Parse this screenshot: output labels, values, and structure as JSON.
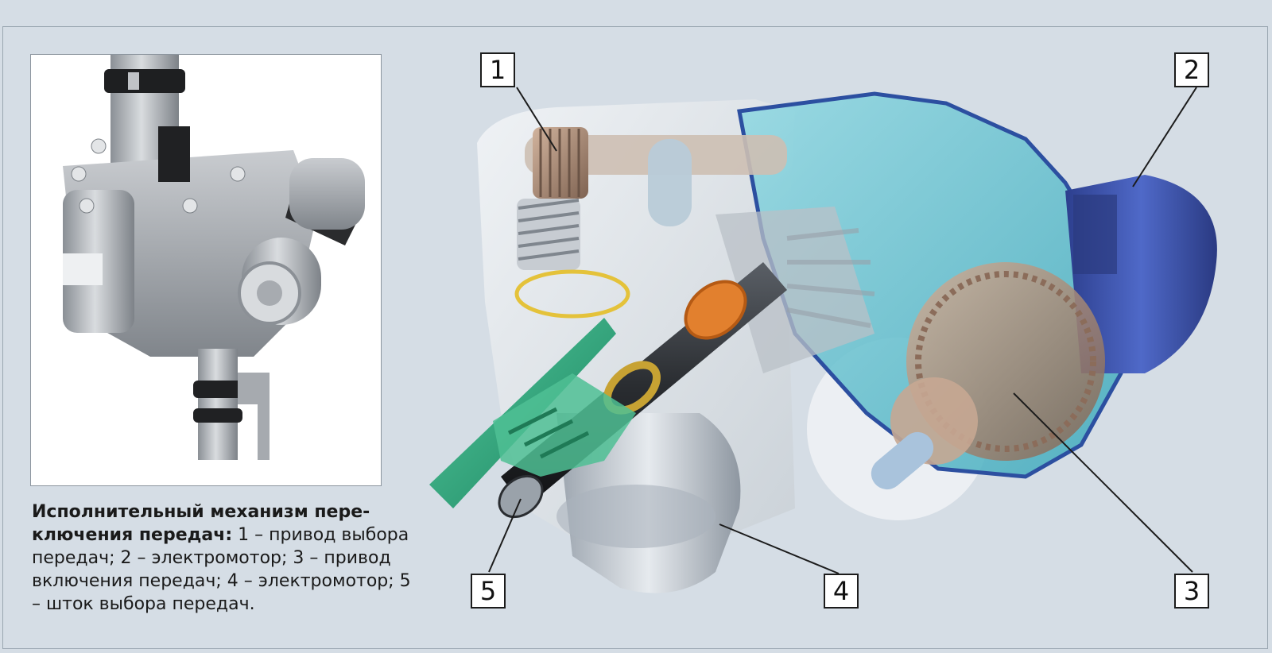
{
  "caption": {
    "title": "Исполнительный механизм пере-ключения передач:",
    "body": " 1 – привод выбора передач; 2 – электромотор; 3 – привод включения передач; 4 – электромотор; 5 – шток выбора передач."
  },
  "callouts": [
    {
      "id": "callout-1",
      "label": "1"
    },
    {
      "id": "callout-2",
      "label": "2"
    },
    {
      "id": "callout-3",
      "label": "3"
    },
    {
      "id": "callout-4",
      "label": "4"
    },
    {
      "id": "callout-5",
      "label": "5"
    }
  ],
  "colors": {
    "background": "#d5dde5",
    "housing_cyan": "#5fc3d2",
    "motor_blue": "#3c57b3",
    "gear_bronze": "#a8866f",
    "lever_green": "#2aa57a",
    "bushing_orange": "#e2802e",
    "shaft_dark": "#2e3238"
  }
}
